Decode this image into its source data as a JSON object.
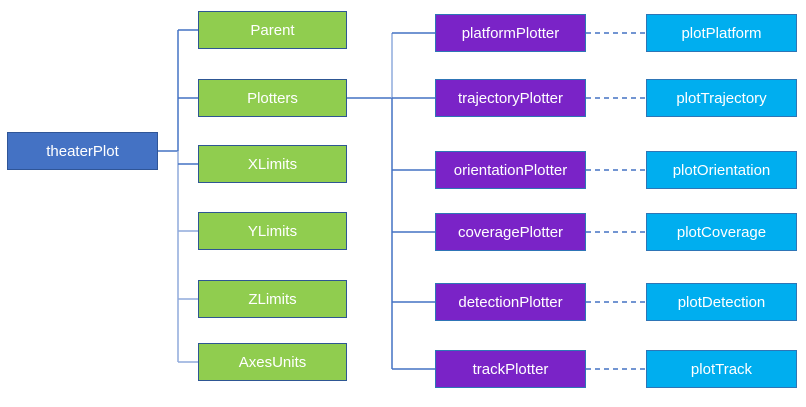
{
  "diagram": {
    "root": {
      "label": "theaterPlot"
    },
    "properties": [
      {
        "label": "Parent"
      },
      {
        "label": "Plotters"
      },
      {
        "label": "XLimits"
      },
      {
        "label": "YLimits"
      },
      {
        "label": "ZLimits"
      },
      {
        "label": "AxesUnits"
      }
    ],
    "plotters": [
      {
        "label": "platformPlotter"
      },
      {
        "label": "trajectoryPlotter"
      },
      {
        "label": "orientationPlotter"
      },
      {
        "label": "coveragePlotter"
      },
      {
        "label": "detectionPlotter"
      },
      {
        "label": "trackPlotter"
      }
    ],
    "functions": [
      {
        "label": "plotPlatform"
      },
      {
        "label": "plotTrajectory"
      },
      {
        "label": "plotOrientation"
      },
      {
        "label": "plotCoverage"
      },
      {
        "label": "plotDetection"
      },
      {
        "label": "plotTrack"
      }
    ],
    "colors": {
      "root_fill": "#4472C4",
      "root_border": "#2F5597",
      "property_fill": "#90CD4F",
      "property_border": "#2E5693",
      "plotter_fill": "#7A23C7",
      "plotter_border": "#2E75B6",
      "function_fill": "#00AEEF",
      "function_border": "#2E75B6",
      "line": "#4472C4",
      "line_light": "#8FAADC",
      "text": "#FFFFFF"
    }
  }
}
